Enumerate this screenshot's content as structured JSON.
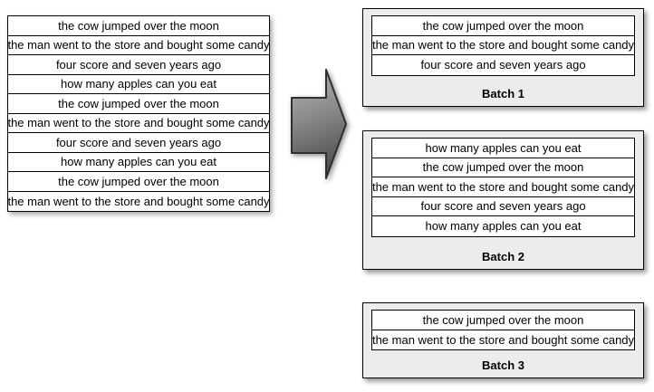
{
  "source": {
    "rows": [
      "the cow jumped over the moon",
      "the man went to the store and bought some candy",
      "four score and seven years ago",
      "how many apples can you eat",
      "the cow jumped over the moon",
      "the man went to the store and bought some candy",
      "four score and seven years ago",
      "how many apples can you eat",
      "the cow jumped over the moon",
      "the man went to the store and bought some candy"
    ]
  },
  "arrow": {
    "direction": "right"
  },
  "batches": [
    {
      "label": "Batch 1",
      "rows": [
        "the cow jumped over the moon",
        "the man went to the store and bought some candy",
        "four score and seven years ago"
      ]
    },
    {
      "label": "Batch 2",
      "rows": [
        "how many apples can you eat",
        "the cow jumped over the moon",
        "the man went to the store and bought some candy",
        "four score and seven years ago",
        "how many apples can you eat"
      ]
    },
    {
      "label": "Batch 3",
      "rows": [
        "the cow jumped over the moon",
        "the man went to the store and bought some candy"
      ]
    }
  ],
  "colors": {
    "background": "#ffffff",
    "row_background": "#ffffff",
    "batch_box_background": "#ececec",
    "border": "#000000",
    "arrow_gradient_top": "#b2b2b2",
    "arrow_gradient_bottom": "#4f4f4f",
    "arrow_stroke": "#2f2f2f"
  }
}
